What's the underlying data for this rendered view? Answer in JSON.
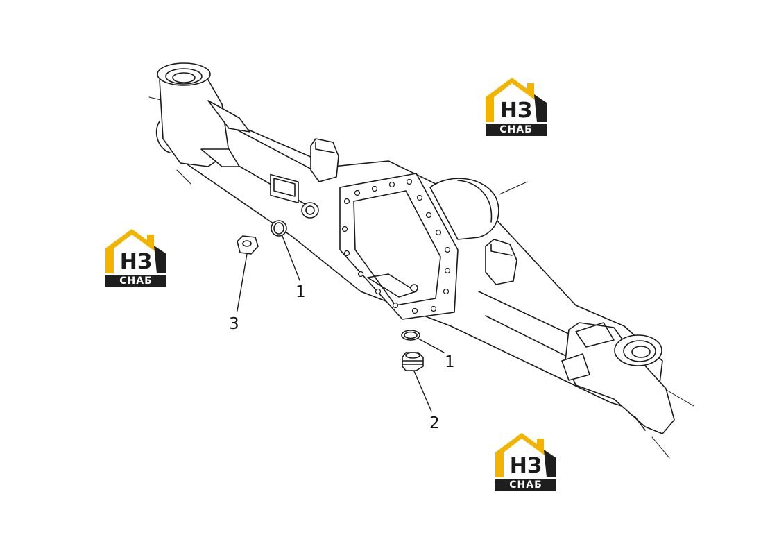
{
  "callouts": {
    "c1a": "1",
    "c1b": "1",
    "c2": "2",
    "c3": "3"
  },
  "watermark": {
    "top_text": "НЗ",
    "bottom_text": "СНАБ",
    "roof_color": "#f2b400",
    "dark_color": "#1e1e1e"
  },
  "colors": {
    "line": "#1a1a1a",
    "background": "#ffffff"
  }
}
